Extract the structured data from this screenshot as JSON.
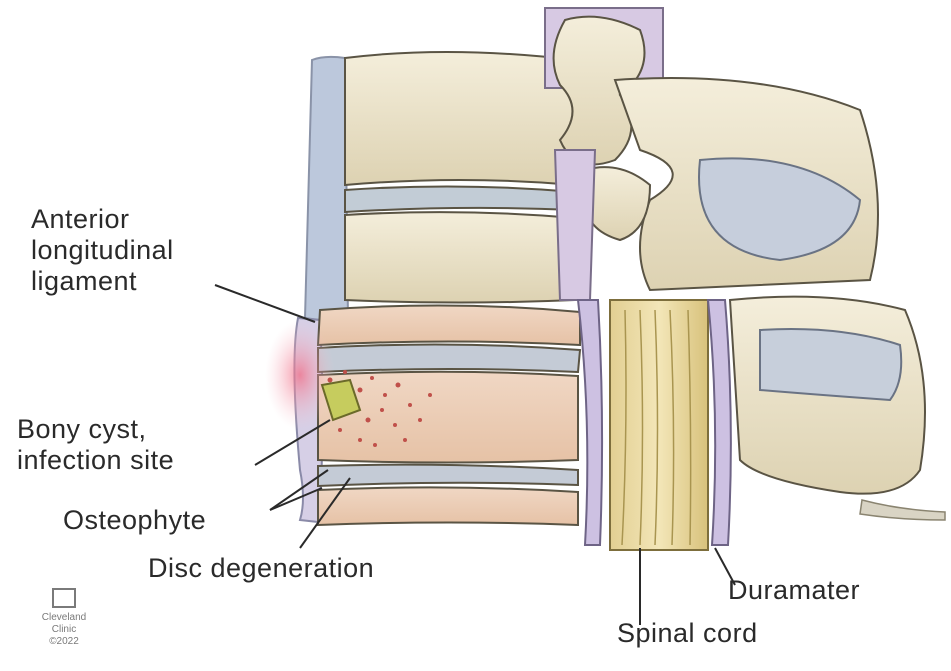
{
  "labels": {
    "anterior_ligament": [
      "Anterior",
      "longitudinal",
      "ligament"
    ],
    "bony_cyst": [
      "Bony cyst,",
      "infection site"
    ],
    "osteophyte": "Osteophyte",
    "disc_degeneration": "Disc degeneration",
    "duramater": "Duramater",
    "spinal_cord": "Spinal cord"
  },
  "logo": {
    "lines": [
      "Cleveland",
      "Clinic",
      "©2022"
    ]
  },
  "colors": {
    "bone": "#efe7cf",
    "bone_shadow": "#cfc3a0",
    "disc": "#bfc9d4",
    "ligament": "#c9bfe0",
    "dura": "#d8cfe8",
    "spinal_cord": "#e8d69a",
    "infection": "#d86a5a",
    "cyst": "#c8cc6a",
    "inflammation": "#f2b9c3"
  }
}
